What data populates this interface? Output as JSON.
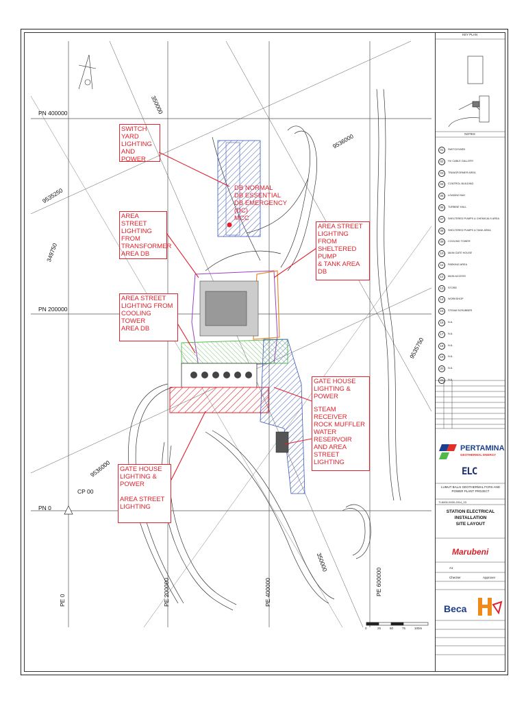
{
  "grid_labels": {
    "pn400": "PN 400000",
    "pn200": "PN 200000",
    "pn0": "PN 0",
    "cp00": "CP 00",
    "pe0": "PE 0",
    "pe200": "PE 200000",
    "pe400": "PE 400000",
    "pe600": "PE 600000",
    "d9535250": "9535250",
    "d349750": "349750",
    "d350000": "350000",
    "d9536000": "9536000",
    "d9535750": "9535750",
    "d9536000b": "9536000",
    "d350000b": "350000"
  },
  "callouts": {
    "switch_yard": "SWITCH YARD\nLIGHTING AND\nPOWER",
    "db_list": "DB NORMAL\nDB ESSENTIAL\nDB EMERGENCY (DC)\nMCC",
    "transformer": "AREA STREET\nLIGHTING FROM\nTRANSFORMER\nAREA DB",
    "sheltered": "AREA STREET\nLIGHTING FROM\nSHELTERED PUMP\n& TANK AREA DB",
    "cooling": "AREA STREET\nLIGHTING FROM\nCOOLING TOWER\nAREA DB",
    "gate_house_right": "GATE HOUSE\nLIGHTING & POWER",
    "steam": "STEAM RECEIVER\nROCK MUFFLER\nWATER RESERVOIR\nAND AREA STREET\nLIGHTING",
    "gate_house_left": "GATE HOUSE\nLIGHTING & POWER\n\nAREA STREET\nLIGHTING"
  },
  "title_block": {
    "key_plan": "KEY PLAN",
    "notes": "NOTES",
    "notes_items": [
      {
        "num": "01",
        "text": "SWITCHYARD"
      },
      {
        "num": "02",
        "text": "HV CABLE GALLERY"
      },
      {
        "num": "03",
        "text": "TRANSFORMER AREA"
      },
      {
        "num": "04",
        "text": "CONTROL BUILDING"
      },
      {
        "num": "05",
        "text": "LOADING BAY"
      },
      {
        "num": "06",
        "text": "TURBINE HALL"
      },
      {
        "num": "07",
        "text": "SHELTERED PUMPS & CHEMICALS AREA"
      },
      {
        "num": "08",
        "text": "SHELTERED PUMPS & TANK AREA"
      },
      {
        "num": "09",
        "text": "COOLING TOWER"
      },
      {
        "num": "10",
        "text": "MAIN GATE HOUSE"
      },
      {
        "num": "11",
        "text": "PARKING AREA"
      },
      {
        "num": "12",
        "text": "MAIN ACCESS"
      },
      {
        "num": "13",
        "text": "STORE"
      },
      {
        "num": "14",
        "text": "WORKSHOP"
      },
      {
        "num": "15",
        "text": "STEAM SCRUBBER"
      },
      {
        "num": "16",
        "text": "N.A."
      },
      {
        "num": "17",
        "text": "N.A."
      },
      {
        "num": "18",
        "text": "N.A."
      },
      {
        "num": "19",
        "text": "N.A."
      },
      {
        "num": "20",
        "text": "N.A."
      },
      {
        "num": "21",
        "text": "N.A."
      }
    ],
    "company": "PERTAMINA",
    "company_sub": "GEOTHERMAL ENERGY",
    "contractor": "ELC",
    "project": "LUMUT BALAI GEOTHERMAL FCRS AND\nPOWER PLANT PROJECT",
    "doc_no": "TI-6000-0000-2014_03",
    "title": "STATION ELECTRICAL\nINSTALLATION\nSITE LAYOUT",
    "partner": "Marubeni",
    "size": "A1",
    "checker": "Checker",
    "approver": "Approver",
    "engineer": "Beca"
  },
  "scale_bar": {
    "ticks": [
      "0",
      "25",
      "50",
      "75",
      "100m"
    ]
  },
  "colors": {
    "callout": "#e0202a",
    "blue_hatch": "#3a56b8",
    "red_hatch": "#e0202a",
    "orange": "#e88a2a",
    "purple": "#9a3fc0",
    "green": "#52b84a"
  }
}
